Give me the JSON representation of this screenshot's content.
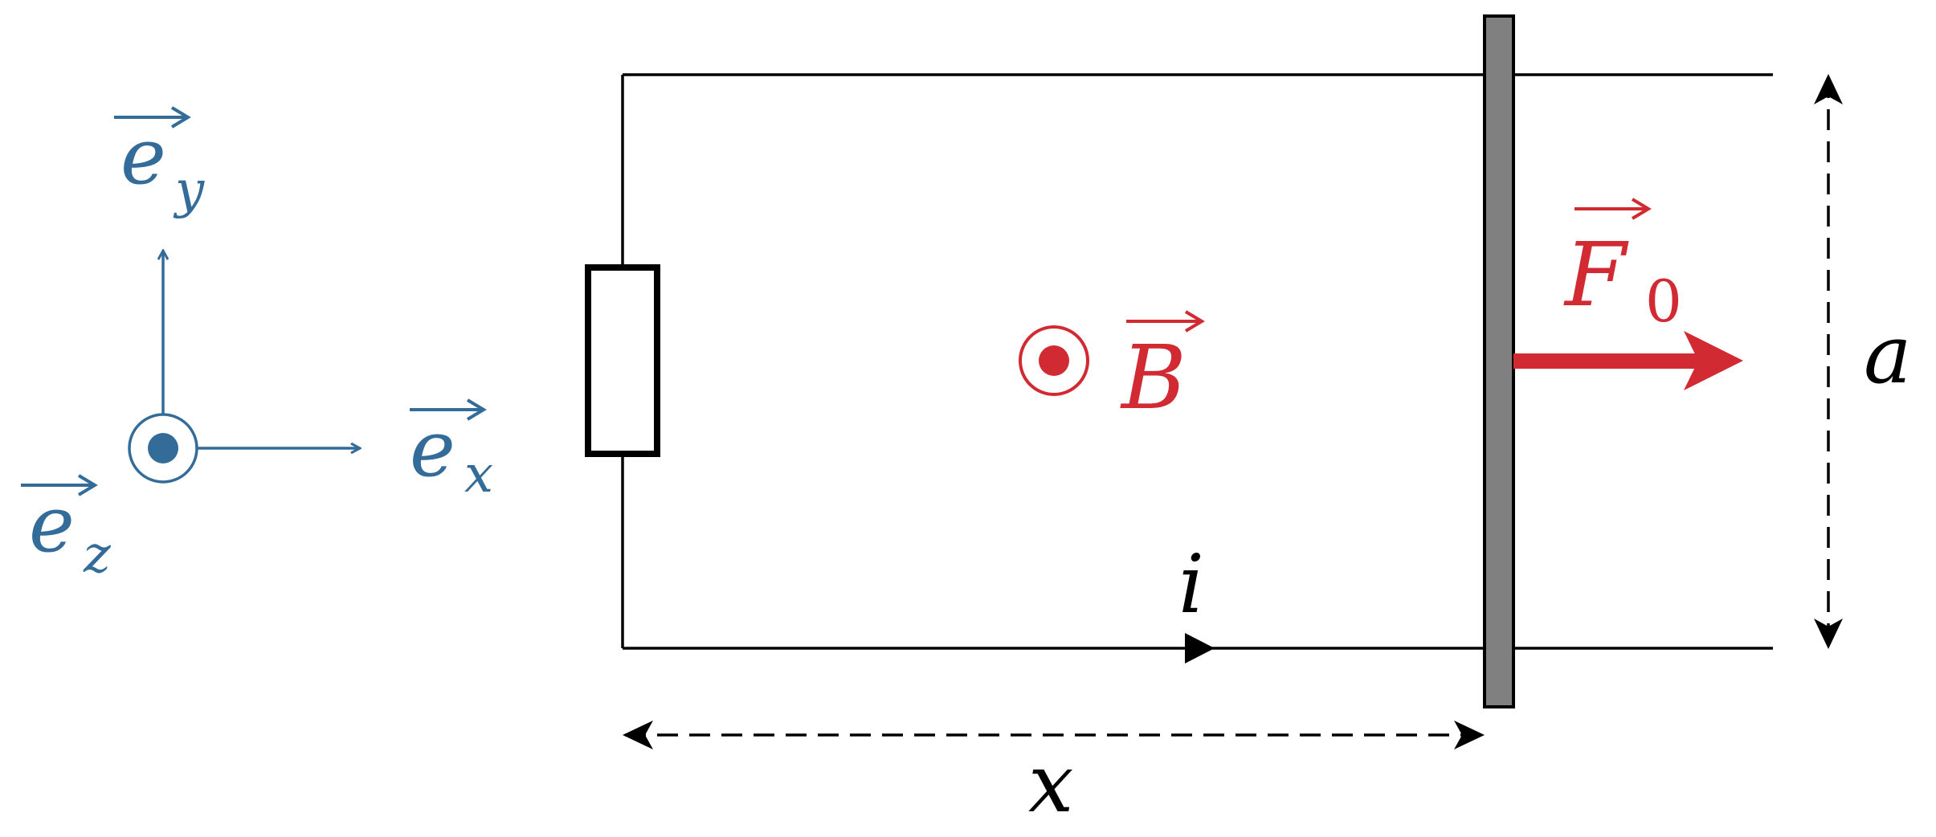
{
  "colors": {
    "axes": "#336b99",
    "physics": "#d12a32",
    "circuit": "#000000",
    "rod_fill": "#808080"
  },
  "axes": {
    "ex": {
      "base": "e",
      "sub": "x"
    },
    "ey": {
      "base": "e",
      "sub": "y"
    },
    "ez": {
      "base": "e",
      "sub": "z"
    }
  },
  "field": {
    "base": "B"
  },
  "force": {
    "base": "F",
    "sub": "0"
  },
  "current": {
    "label": "i"
  },
  "dimensions": {
    "x_label": "x",
    "a_label": "a"
  }
}
